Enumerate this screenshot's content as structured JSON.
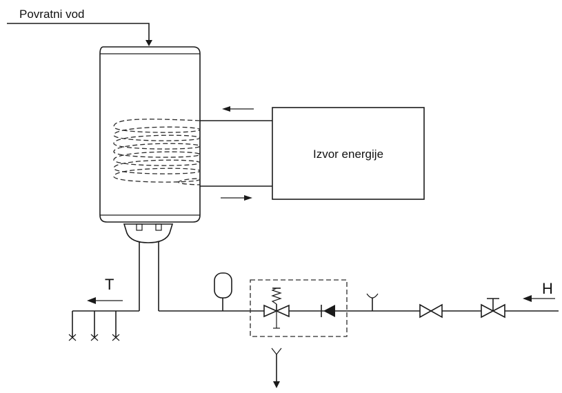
{
  "labels": {
    "return_line": "Povratni vod",
    "energy_source": "Izvor energije",
    "hot_water": "T",
    "cold_water": "H"
  },
  "colors": {
    "line": "#1a1a1a",
    "background": "#ffffff"
  }
}
